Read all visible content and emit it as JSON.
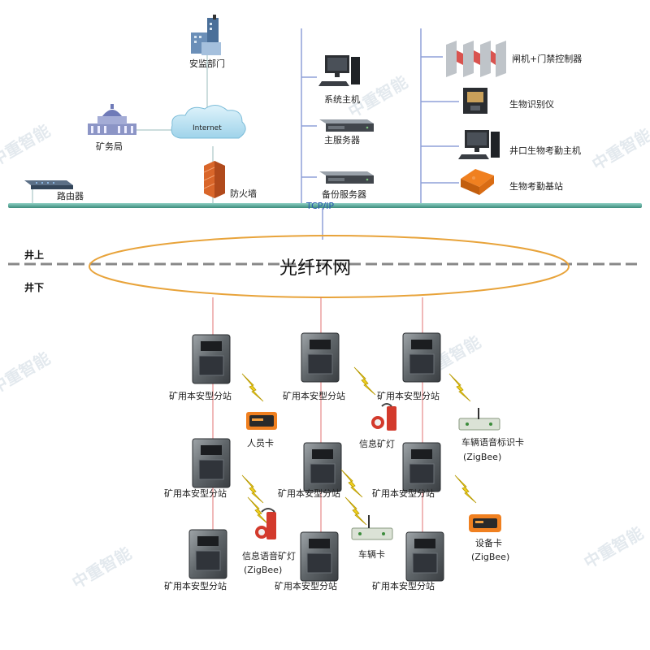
{
  "watermark": "中重智能",
  "colors": {
    "bus": "#4a9a8a",
    "ring": "#e8a33a",
    "link_red": "#e07070",
    "vline": "#8fa0d8",
    "divider": "#888888",
    "lightning": "#f0d020",
    "accent_orange": "#f08020"
  },
  "surface": {
    "supervision": "安监部门",
    "internet": "Internet",
    "mining_bureau": "矿务局",
    "firewall": "防火墙",
    "router": "路由器",
    "system_host": "系统主机",
    "main_server": "主服务器",
    "backup_server": "备份服务器",
    "tcpip": "TCP/IP",
    "gate": "闸机+门禁控制器",
    "bio_reader": "生物识别仪",
    "well_host": "井口生物考勤主机",
    "bio_base": "生物考勤基站"
  },
  "divider": {
    "above": "井上",
    "below": "井下"
  },
  "ring_label": "光纤环网",
  "underground": {
    "substation": "矿用本安型分站",
    "personnel_card": "人员卡",
    "info_lamp": "信息矿灯",
    "vehicle_voice_card": "车辆语音标识卡",
    "zigbee": "(ZigBee)",
    "info_voice_lamp": "信息语音矿灯",
    "vehicle_card": "车辆卡",
    "device_card": "设备卡"
  }
}
